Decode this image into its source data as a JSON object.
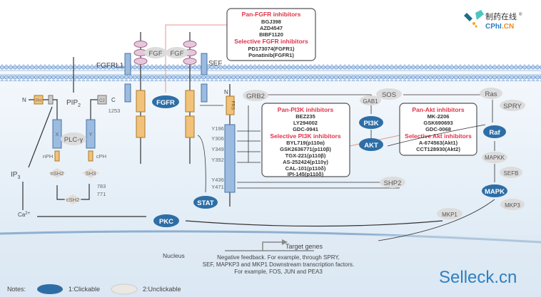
{
  "colors": {
    "clickable": "#2e6ea6",
    "unclickable": "#dcdcdc",
    "inhibitor_heading": "#e0334a",
    "membrane": "#7ea7d6",
    "cytoplasm": "#e6f0f8",
    "brand": "#2e7fc2"
  },
  "logo": {
    "cn": "制药在线",
    "en_a": "CPhI",
    "en_b": ".CN",
    "reg": "®"
  },
  "boxes": {
    "fgfr": {
      "h1": "Pan-FGFR inhibitors",
      "pan": [
        "BGJ398",
        "AZD4547",
        "BIBF1120"
      ],
      "h2": "Selective FGFR inhibitors",
      "sel": [
        "PD173074(FGFR1)",
        "Ponatinib(FGFR1)"
      ]
    },
    "pi3k": {
      "h1": "Pan-PI3K inhibitors",
      "pan": [
        "BEZ235",
        "LY294002",
        "GDC-0941"
      ],
      "h2": "Selective  PI3K inhibitors",
      "sel": [
        "BYL719(p110α)",
        "GSK2636771(p110β)",
        "TGX-221(p110β)",
        "AS-252424(p110γ)",
        "CAL-101(p110δ)",
        "IPI-145(p110δ)"
      ]
    },
    "akt": {
      "h1": "Pan-Akt inhibitors",
      "pan": [
        "MK-2206",
        "GSK690693",
        "GDC-0068"
      ],
      "h2": "Selective Akt inhibitors",
      "sel": [
        "A-674563(Akt1)",
        "CCT128930(Akt2)"
      ]
    }
  },
  "clickable": {
    "fgfr": "FGFR",
    "pi3k": "PI3K",
    "akt": "AKT",
    "raf": "Raf",
    "mapk": "MAPK",
    "stat": "STAT",
    "pkc": "PKC"
  },
  "unclickable": {
    "fgf1": "FGF",
    "fgf2": "FGF",
    "grb2": "GRB2",
    "sos": "SOS",
    "ras": "Ras",
    "spry": "SPRY",
    "gab1": "GAB1",
    "plcg": "PLC-γ",
    "shp2": "SHP2",
    "mapkk": "MAPKK",
    "sefb": "SEFB",
    "mkp3": "MKP3",
    "mkp1": "MKP1"
  },
  "labels": {
    "fgfrl1": "FGFRL1",
    "sef": "SEF",
    "pip2": "PIP",
    "pip2_sub": "2",
    "n1": "N",
    "c1": "C",
    "r1253": "1253",
    "ph": "PH",
    "c2": "C2",
    "x": "X",
    "y": "Y",
    "npH": "nPH",
    "cpH": "cPH",
    "nsh2": "nSH2",
    "sh3": "SH3",
    "csh2": "cSH2",
    "r783": "783",
    "r771": "771",
    "ip3": "IP",
    "ip3_sub": "3",
    "ca": "Ca",
    "ca_sup": "2+",
    "n2": "N",
    "frs": "FRS",
    "y196": "Y196",
    "y306": "Y306",
    "y349": "Y349",
    "y392": "Y392",
    "y436": "Y436",
    "y471": "Y471",
    "nucleus": "Nucleus",
    "target": "Target genes",
    "feedback": [
      "Negative feedback. For example, through SPRY,",
      "SEF, MAPKP3 and MKP1 Downstream transcription factors.",
      "For example, FOS, JUN and PEA3"
    ]
  },
  "brand": "Selleck.cn",
  "legend": {
    "notes": "Notes:",
    "clickable": "1:Clickable",
    "unclickable": "2:Unclickable"
  }
}
